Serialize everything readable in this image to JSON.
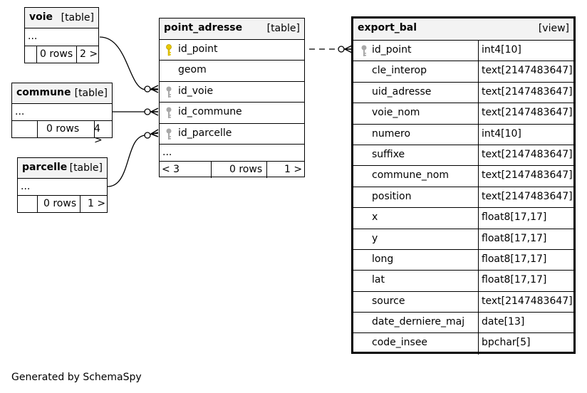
{
  "tables": {
    "voie": {
      "name": "voie",
      "kind": "[table]",
      "ellipsis": "...",
      "rows": "0 rows",
      "children": "2 >"
    },
    "commune": {
      "name": "commune",
      "kind": "[table]",
      "ellipsis": "...",
      "rows": "0 rows",
      "children": "4 >"
    },
    "parcelle": {
      "name": "parcelle",
      "kind": "[table]",
      "ellipsis": "...",
      "rows": "0 rows",
      "children": "1 >"
    },
    "point_adresse": {
      "name": "point_adresse",
      "kind": "[table]",
      "columns": [
        {
          "name": "id_point",
          "icon": "primary-key-icon"
        },
        {
          "name": "geom",
          "icon": ""
        },
        {
          "name": "id_voie",
          "icon": "foreign-key-icon"
        },
        {
          "name": "id_commune",
          "icon": "foreign-key-icon"
        },
        {
          "name": "id_parcelle",
          "icon": "foreign-key-icon"
        }
      ],
      "ellipsis": "...",
      "parents": "< 3",
      "rows": "0 rows",
      "children": "1 >"
    },
    "export_bal": {
      "name": "export_bal",
      "kind": "[view]",
      "columns": [
        {
          "name": "id_point",
          "type": "int4[10]",
          "icon": "foreign-key-icon"
        },
        {
          "name": "cle_interop",
          "type": "text[2147483647]"
        },
        {
          "name": "uid_adresse",
          "type": "text[2147483647]"
        },
        {
          "name": "voie_nom",
          "type": "text[2147483647]"
        },
        {
          "name": "numero",
          "type": "int4[10]"
        },
        {
          "name": "suffixe",
          "type": "text[2147483647]"
        },
        {
          "name": "commune_nom",
          "type": "text[2147483647]"
        },
        {
          "name": "position",
          "type": "text[2147483647]"
        },
        {
          "name": "x",
          "type": "float8[17,17]"
        },
        {
          "name": "y",
          "type": "float8[17,17]"
        },
        {
          "name": "long",
          "type": "float8[17,17]"
        },
        {
          "name": "lat",
          "type": "float8[17,17]"
        },
        {
          "name": "source",
          "type": "text[2147483647]"
        },
        {
          "name": "date_derniere_maj",
          "type": "date[13]"
        },
        {
          "name": "code_insee",
          "type": "bpchar[5]"
        }
      ]
    }
  },
  "footer": "Generated by SchemaSpy",
  "colors": {
    "primary_key": "#e8c800",
    "foreign_key": "#a8a8a8",
    "header_bg": "#f3f3f3"
  }
}
